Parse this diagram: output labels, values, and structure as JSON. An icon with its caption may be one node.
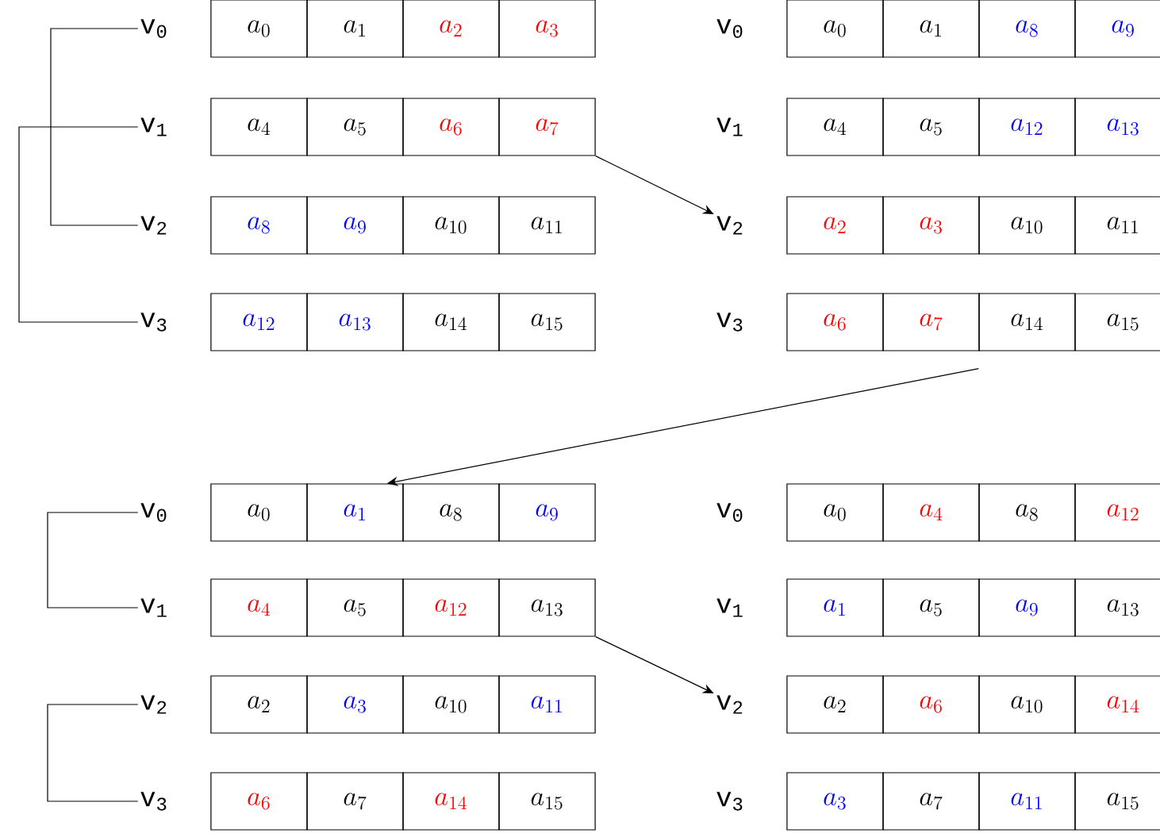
{
  "diagram": {
    "nodes": [
      {
        "text": [
          "v$_{0}$"
        ]
      },
      {
        "text": [
          "a_{0}"
        ]
      },
      {
        "text": [
          "a_{1}"
        ]
      },
      {
        "text": [
          "a_{2}"
        ]
      },
      {
        "text": [
          "a_{3}"
        ]
      },
      {
        "text": [
          "v$_{1}$"
        ]
      },
      {
        "text": [
          "a_{4}"
        ]
      },
      {
        "text": [
          "a_{5}"
        ]
      },
      {
        "text": [
          "a_{6}"
        ]
      },
      {
        "text": [
          "a_{7}"
        ]
      },
      {
        "text": [
          "v$_{2}$"
        ]
      },
      {
        "text": [
          "a_{8}"
        ]
      },
      {
        "text": [
          "a_{9}"
        ]
      },
      {
        "text": [
          "a_{10}"
        ]
      },
      {
        "text": [
          "a_{11}"
        ]
      },
      {
        "text": [
          "v$_{3}$"
        ]
      },
      {
        "text": [
          "a_{12}"
        ]
      },
      {
        "text": [
          "a_{13}"
        ]
      },
      {
        "text": [
          "a_{14}"
        ]
      },
      {
        "text": [
          "a_{15}"
        ]
      },
      {
        "text": [
          "v$_{0}$"
        ]
      },
      {
        "text": [
          "a_{0}"
        ]
      },
      {
        "text": [
          "a_{1}"
        ]
      },
      {
        "text": [
          "a_{8}"
        ]
      },
      {
        "text": [
          "a_{9}"
        ]
      },
      {
        "text": [
          "v$_{1}$"
        ]
      },
      {
        "text": [
          "a_{4}"
        ]
      },
      {
        "text": [
          "a_{5}"
        ]
      },
      {
        "text": [
          "a_{12}"
        ]
      },
      {
        "text": [
          "a_{13}"
        ]
      },
      {
        "text": [
          "v$_{2}$"
        ]
      },
      {
        "text": [
          "a_{2}"
        ]
      },
      {
        "text": [
          "a_{3}"
        ]
      },
      {
        "text": [
          "a_{10}"
        ]
      },
      {
        "text": [
          "a_{11}"
        ]
      },
      {
        "text": [
          "v$_{3}$"
        ]
      },
      {
        "text": [
          "a_{6}"
        ]
      },
      {
        "text": [
          "a_{7}"
        ]
      },
      {
        "text": [
          "a_{14}"
        ]
      },
      {
        "text": [
          "a_{15}"
        ]
      },
      {
        "text": [
          "v$_{0}$"
        ]
      },
      {
        "text": [
          "a_{0}"
        ]
      },
      {
        "text": [
          "a_{1}"
        ]
      },
      {
        "text": [
          "a_{8}"
        ]
      },
      {
        "text": [
          "a_{9}"
        ]
      },
      {
        "text": [
          "v$_{1}$"
        ]
      },
      {
        "text": [
          "a_{4}"
        ]
      },
      {
        "text": [
          "a_{5}"
        ]
      },
      {
        "text": [
          "a_{12}"
        ]
      },
      {
        "text": [
          "a_{13}"
        ]
      },
      {
        "text": [
          "v$_{2}$"
        ]
      },
      {
        "text": [
          "a_{2}"
        ]
      },
      {
        "text": [
          "a_{3}"
        ]
      },
      {
        "text": [
          "a_{10}"
        ]
      },
      {
        "text": [
          "a_{11}"
        ]
      },
      {
        "text": [
          "v$_{3}$"
        ]
      },
      {
        "text": [
          "a_{6}"
        ]
      },
      {
        "text": [
          "a_{7}"
        ]
      },
      {
        "text": [
          "a_{14}"
        ]
      },
      {
        "text": [
          "a_{15}"
        ]
      },
      {
        "text": [
          "v$_{0}$"
        ]
      },
      {
        "text": [
          "a_{0}"
        ]
      },
      {
        "text": [
          "a_{4}"
        ]
      },
      {
        "text": [
          "a_{8}"
        ]
      },
      {
        "text": [
          "a_{12}"
        ]
      },
      {
        "text": [
          "v$_{1}$"
        ]
      },
      {
        "text": [
          "a_{1}"
        ]
      },
      {
        "text": [
          "a_{5}"
        ]
      },
      {
        "text": [
          "a_{9}"
        ]
      },
      {
        "text": [
          "a_{13}"
        ]
      },
      {
        "text": [
          "v$_{2}$"
        ]
      },
      {
        "text": [
          "a_{2}"
        ]
      },
      {
        "text": [
          "a_{6}"
        ]
      },
      {
        "text": [
          "a_{10}"
        ]
      },
      {
        "text": [
          "a_{14}"
        ]
      },
      {
        "text": [
          "v$_{3}$"
        ]
      },
      {
        "text": [
          "a_{3}"
        ]
      },
      {
        "text": [
          "a_{7}"
        ]
      },
      {
        "text": [
          "a_{11}"
        ]
      },
      {
        "text": [
          "a_{15}"
        ]
      }
    ],
    "edges": [
      {
        "from": 0,
        "to": 10,
        "arrow": "none"
      },
      {
        "from": 5,
        "to": 15,
        "arrow": "none"
      },
      {
        "from": 9,
        "to": 30,
        "arrow": "to"
      },
      {
        "from": 38,
        "to": 42,
        "arrow": "to"
      },
      {
        "from": 40,
        "to": 45,
        "arrow": "none"
      },
      {
        "from": 50,
        "to": 55,
        "arrow": "none"
      },
      {
        "from": 49,
        "to": 70,
        "arrow": "to"
      }
    ]
  }
}
